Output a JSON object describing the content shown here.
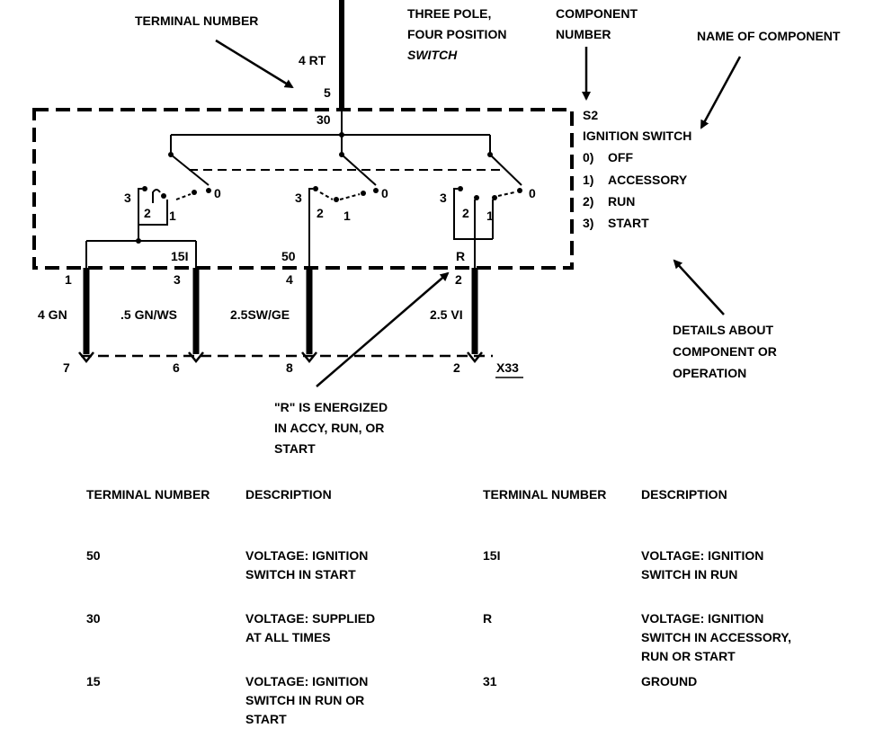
{
  "callouts": {
    "terminal_number": "TERMINAL NUMBER",
    "switch_type_1": "THREE POLE,",
    "switch_type_2": "FOUR POSITION",
    "switch_type_3": "SWITCH",
    "component_number_1": "COMPONENT",
    "component_number_2": "NUMBER",
    "name_of_component": "NAME OF COMPONENT",
    "details_1": "DETAILS ABOUT",
    "details_2": "COMPONENT OR",
    "details_3": "OPERATION",
    "r_note_1": "\"R\" IS ENERGIZED",
    "r_note_2": "IN ACCY, RUN, OR",
    "r_note_3": "START"
  },
  "component": {
    "id": "S2",
    "name": "IGNITION SWITCH",
    "positions": [
      {
        "num": "0)",
        "label": "OFF"
      },
      {
        "num": "1)",
        "label": "ACCESSORY"
      },
      {
        "num": "2)",
        "label": "RUN"
      },
      {
        "num": "3)",
        "label": "START"
      }
    ]
  },
  "wires": {
    "top_wire": "4 RT",
    "top_pin": "5",
    "top_terminal": "30",
    "bottom": [
      {
        "pin_top": "1",
        "terminal": "",
        "color": "4 GN",
        "pin_bottom": "7"
      },
      {
        "pin_top": "3",
        "terminal": "15I",
        "color": ".5 GN/WS",
        "pin_bottom": "6"
      },
      {
        "pin_top": "4",
        "terminal": "50",
        "color": "2.5SW/GE",
        "pin_bottom": "8"
      },
      {
        "pin_top": "2",
        "terminal": "R",
        "color": "2.5 VI",
        "pin_bottom": "2"
      }
    ],
    "connector": "X33"
  },
  "contacts": {
    "left": [
      "3",
      "2",
      "1",
      "0"
    ],
    "middle": [
      "3",
      "2",
      "1",
      "0"
    ],
    "right": [
      "3",
      "2",
      "1",
      "0"
    ]
  },
  "table": {
    "headers": [
      "TERMINAL NUMBER",
      "DESCRIPTION",
      "TERMINAL NUMBER",
      "DESCRIPTION"
    ],
    "left_rows": [
      {
        "terminal": "50",
        "description": "VOLTAGE: IGNITION\nSWITCH IN START"
      },
      {
        "terminal": "30",
        "description": "VOLTAGE: SUPPLIED\nAT ALL TIMES"
      },
      {
        "terminal": "15",
        "description": "VOLTAGE: IGNITION\nSWITCH IN RUN OR\nSTART"
      }
    ],
    "right_rows": [
      {
        "terminal": "15I",
        "description": "VOLTAGE: IGNITION\nSWITCH IN RUN"
      },
      {
        "terminal": "R",
        "description": "VOLTAGE: IGNITION\nSWITCH IN ACCESSORY,\nRUN OR START"
      },
      {
        "terminal": "31",
        "description": "GROUND"
      }
    ]
  }
}
